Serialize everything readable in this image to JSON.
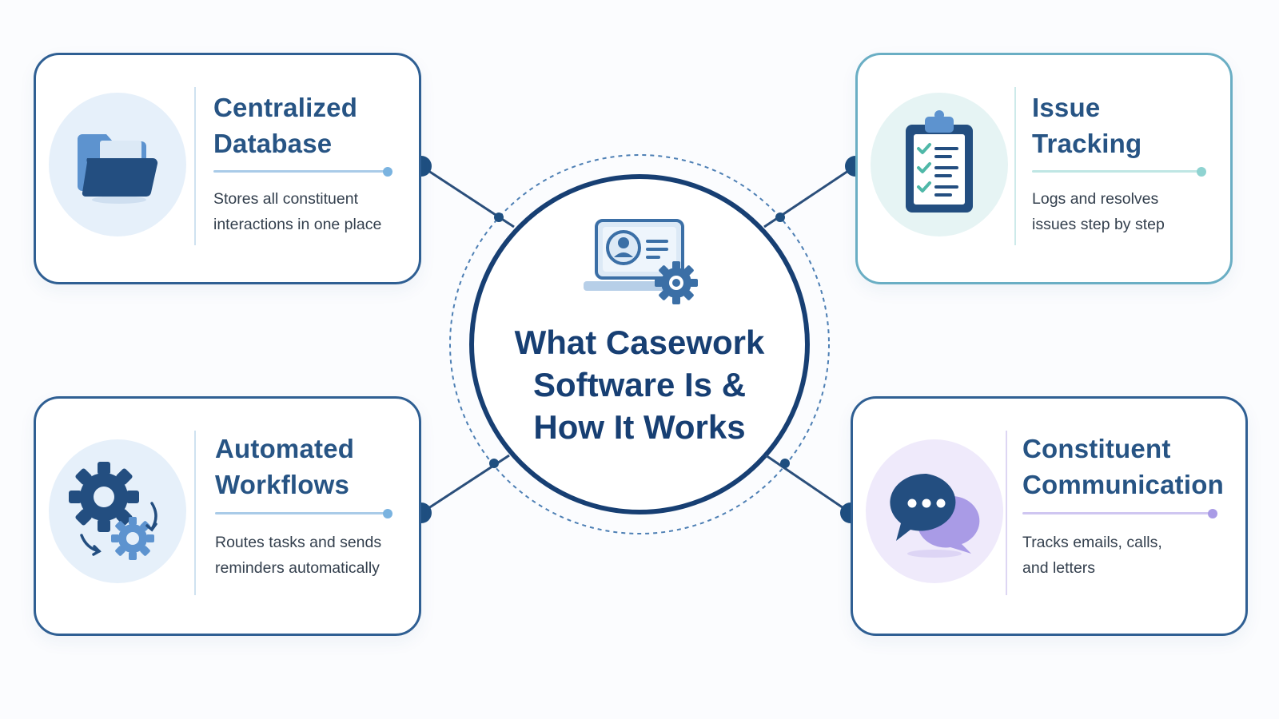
{
  "center": {
    "title_lines": [
      "What Casework",
      "Software Is &",
      "How It Works"
    ],
    "icon": "laptop-profile-gear-icon"
  },
  "cards": {
    "centralized_database": {
      "title_lines": [
        "Centralized",
        "Database"
      ],
      "description_lines": [
        "Stores all constituent",
        "interactions in one place"
      ],
      "icon": "folder-icon",
      "accent": "#7ab3e0"
    },
    "issue_tracking": {
      "title_lines": [
        "Issue",
        "Tracking"
      ],
      "description_lines": [
        "Logs and resolves",
        "issues step by step"
      ],
      "icon": "clipboard-checklist-icon",
      "accent": "#8fd3d1"
    },
    "automated_workflows": {
      "title_lines": [
        "Automated",
        "Workflows"
      ],
      "description_lines": [
        "Routes tasks and sends",
        "reminders automatically"
      ],
      "icon": "gears-icon",
      "accent": "#7ab3e0"
    },
    "constituent_communication": {
      "title_lines": [
        "Constituent",
        "Communication"
      ],
      "description_lines": [
        "Tracks emails, calls,",
        "and letters"
      ],
      "icon": "chat-bubbles-icon",
      "accent": "#a99be6"
    }
  },
  "colors": {
    "navy": "#173f73",
    "card_border": "#2f5f93",
    "teal_border": "#6aaec4",
    "connector": "#2b4f7b"
  }
}
